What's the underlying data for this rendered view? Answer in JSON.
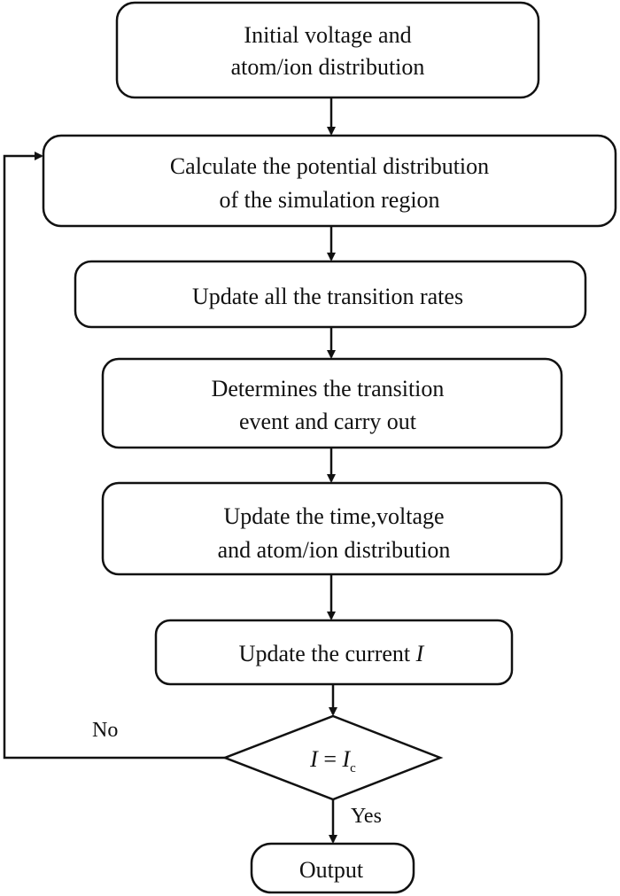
{
  "flowchart": {
    "nodes": [
      {
        "name": "init-box",
        "lines": [
          "Initial voltage and",
          "atom/ion distribution"
        ]
      },
      {
        "name": "calculate-potential-box",
        "lines": [
          "Calculate the potential distribution",
          "of the simulation region"
        ]
      },
      {
        "name": "update-rates-box",
        "lines": [
          "Update all the transition rates"
        ]
      },
      {
        "name": "determine-event-box",
        "lines": [
          "Determines the transition",
          "event and carry out"
        ]
      },
      {
        "name": "update-time-box",
        "lines": [
          "Update the time,voltage",
          "and atom/ion distribution"
        ]
      },
      {
        "name": "update-current-box",
        "text": "Update the current ",
        "symbol": "I"
      },
      {
        "name": "decision-diamond",
        "lhs": "I",
        "eq": " = ",
        "rhs": "I",
        "sub": "c"
      },
      {
        "name": "output-box",
        "text": "Output"
      }
    ],
    "labels": {
      "no": "No",
      "yes": "Yes"
    },
    "colors": {
      "stroke": "#111111",
      "fill": "#ffffff",
      "text": "#111111"
    }
  }
}
